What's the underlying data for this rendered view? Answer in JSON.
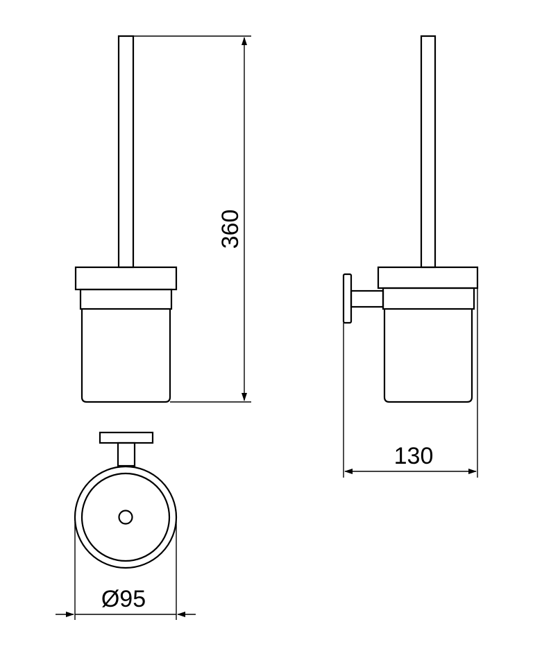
{
  "dimensions": {
    "height_label": "360",
    "depth_label": "130",
    "diameter_label": "Ø95"
  }
}
